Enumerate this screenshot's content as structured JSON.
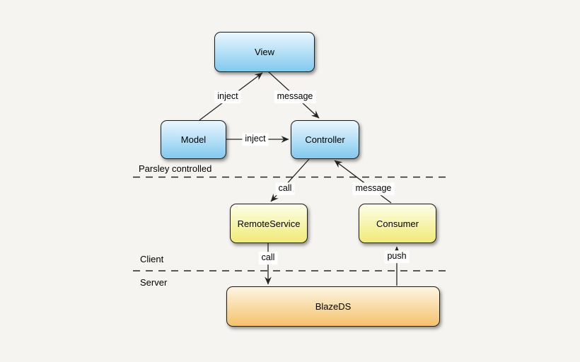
{
  "diagram": {
    "regions": {
      "parsley": "Parsley controlled",
      "client": "Client",
      "server": "Server"
    },
    "nodes": [
      {
        "id": "view",
        "label": "View",
        "color_group": "blue"
      },
      {
        "id": "model",
        "label": "Model",
        "color_group": "blue"
      },
      {
        "id": "controller",
        "label": "Controller",
        "color_group": "blue"
      },
      {
        "id": "remoteservice",
        "label": "RemoteService",
        "color_group": "yellow"
      },
      {
        "id": "consumer",
        "label": "Consumer",
        "color_group": "yellow"
      },
      {
        "id": "blazeds",
        "label": "BlazeDS",
        "color_group": "orange"
      }
    ],
    "edges": [
      {
        "from": "Model",
        "to": "View",
        "label": "inject"
      },
      {
        "from": "View",
        "to": "Controller",
        "label": "message"
      },
      {
        "from": "Model",
        "to": "Controller",
        "label": "inject"
      },
      {
        "from": "Controller",
        "to": "RemoteService",
        "label": "call"
      },
      {
        "from": "Consumer",
        "to": "Controller",
        "label": "message"
      },
      {
        "from": "RemoteService",
        "to": "BlazeDS",
        "label": "call"
      },
      {
        "from": "BlazeDS",
        "to": "Consumer",
        "label": "push"
      }
    ]
  },
  "colors": {
    "bg": "#F5F4F1",
    "node_border": "#1B1B1B",
    "line": "#232323",
    "label_bg": "#FFFFFF",
    "text": "#000000",
    "blue_top": "#EAF7FE",
    "blue_bottom": "#82C9EE",
    "yellow_top": "#FDFDE9",
    "yellow_bottom": "#F0EB76",
    "orange_top": "#FDF6E2",
    "orange_bottom": "#F4C26C"
  }
}
